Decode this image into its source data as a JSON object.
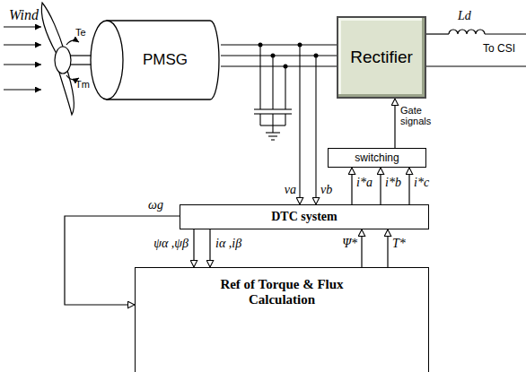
{
  "diagram": {
    "nodes": [
      {
        "text": [
          "PMSG"
        ]
      },
      {
        "text": [
          "Rectifier"
        ]
      },
      {
        "text": [
          "switching"
        ]
      },
      {
        "text": [
          "DTC system"
        ]
      },
      {
        "text": [
          "Ref of Torque & Flux Calculation"
        ]
      }
    ],
    "edges": [
      {
        "from": 0,
        "to": 1,
        "arrow": "none"
      },
      {
        "from": 0,
        "to": 1,
        "arrow": "none"
      },
      {
        "from": 0,
        "to": 1,
        "arrow": "none"
      },
      {
        "from": 2,
        "to": 1,
        "arrow": "to",
        "label": "Gate signals"
      },
      {
        "from": 3,
        "to": 2,
        "arrow": "to",
        "label": "i*a"
      },
      {
        "from": 3,
        "to": 2,
        "arrow": "to",
        "label": "i*b"
      },
      {
        "from": 3,
        "to": 2,
        "arrow": "to",
        "label": "i*c"
      },
      {
        "from": 3,
        "to": 4,
        "arrow": "to",
        "label": "ωg"
      },
      {
        "from": 3,
        "to": 4,
        "arrow": "to",
        "label": "ψα ,ψβ"
      },
      {
        "from": 3,
        "to": 4,
        "arrow": "to",
        "label": "iα ,iβ"
      },
      {
        "from": 4,
        "to": 3,
        "arrow": "to",
        "label": "Ψ*"
      },
      {
        "from": 4,
        "to": 3,
        "arrow": "to",
        "label": "T*"
      }
    ],
    "labels": [
      "Wind",
      "Te",
      "Tm",
      "va",
      "vb",
      "Ld",
      "To CSI"
    ]
  }
}
